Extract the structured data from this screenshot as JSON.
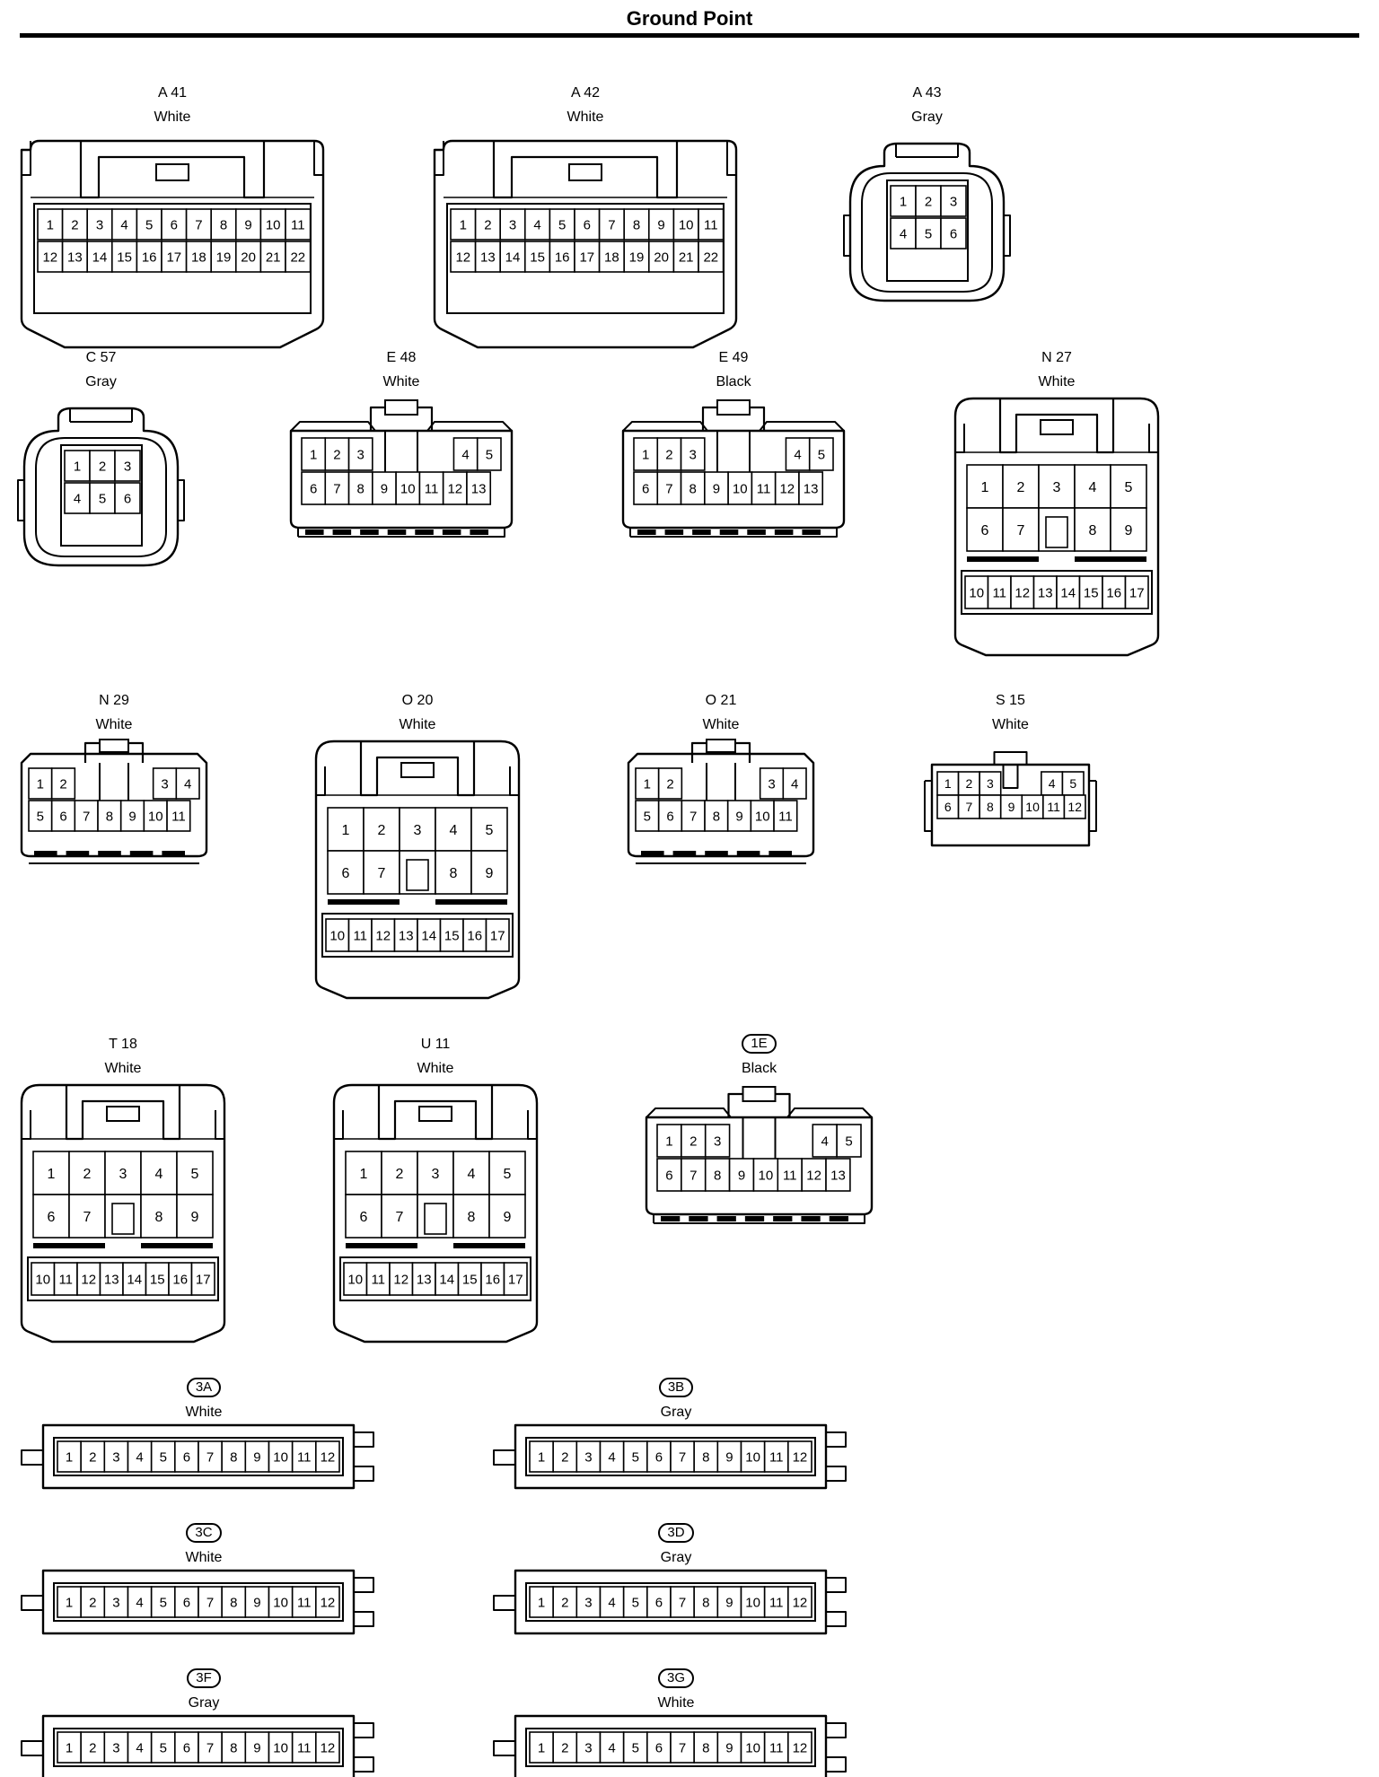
{
  "page_title": "Ground Point",
  "connectors": [
    {
      "id": "A41",
      "label": "A 41",
      "color": "White",
      "style": "plain",
      "pins": 22
    },
    {
      "id": "A42",
      "label": "A 42",
      "color": "White",
      "style": "plain",
      "pins": 22
    },
    {
      "id": "A43",
      "label": "A 43",
      "color": "Gray",
      "style": "plain",
      "pins": 6
    },
    {
      "id": "C57",
      "label": "C 57",
      "color": "Gray",
      "style": "plain",
      "pins": 6
    },
    {
      "id": "E48",
      "label": "E 48",
      "color": "White",
      "style": "plain",
      "pins": 13
    },
    {
      "id": "E49",
      "label": "E 49",
      "color": "Black",
      "style": "plain",
      "pins": 13
    },
    {
      "id": "N27",
      "label": "N 27",
      "color": "White",
      "style": "plain",
      "pins": 17
    },
    {
      "id": "N29",
      "label": "N 29",
      "color": "White",
      "style": "plain",
      "pins": 11
    },
    {
      "id": "O20",
      "label": "O 20",
      "color": "White",
      "style": "plain",
      "pins": 17
    },
    {
      "id": "O21",
      "label": "O 21",
      "color": "White",
      "style": "plain",
      "pins": 11
    },
    {
      "id": "S15",
      "label": "S 15",
      "color": "White",
      "style": "plain",
      "pins": 12
    },
    {
      "id": "T18",
      "label": "T 18",
      "color": "White",
      "style": "plain",
      "pins": 17
    },
    {
      "id": "U11",
      "label": "U 11",
      "color": "White",
      "style": "plain",
      "pins": 17
    },
    {
      "id": "1E",
      "label": "1E",
      "color": "Black",
      "style": "pill",
      "pins": 13
    },
    {
      "id": "3A",
      "label": "3A",
      "color": "White",
      "style": "pill",
      "pins": 12
    },
    {
      "id": "3B",
      "label": "3B",
      "color": "Gray",
      "style": "pill",
      "pins": 12
    },
    {
      "id": "3C",
      "label": "3C",
      "color": "White",
      "style": "pill",
      "pins": 12
    },
    {
      "id": "3D",
      "label": "3D",
      "color": "Gray",
      "style": "pill",
      "pins": 12
    },
    {
      "id": "3F",
      "label": "3F",
      "color": "Gray",
      "style": "pill",
      "pins": 12
    },
    {
      "id": "3G",
      "label": "3G",
      "color": "White",
      "style": "pill",
      "pins": 12
    }
  ]
}
